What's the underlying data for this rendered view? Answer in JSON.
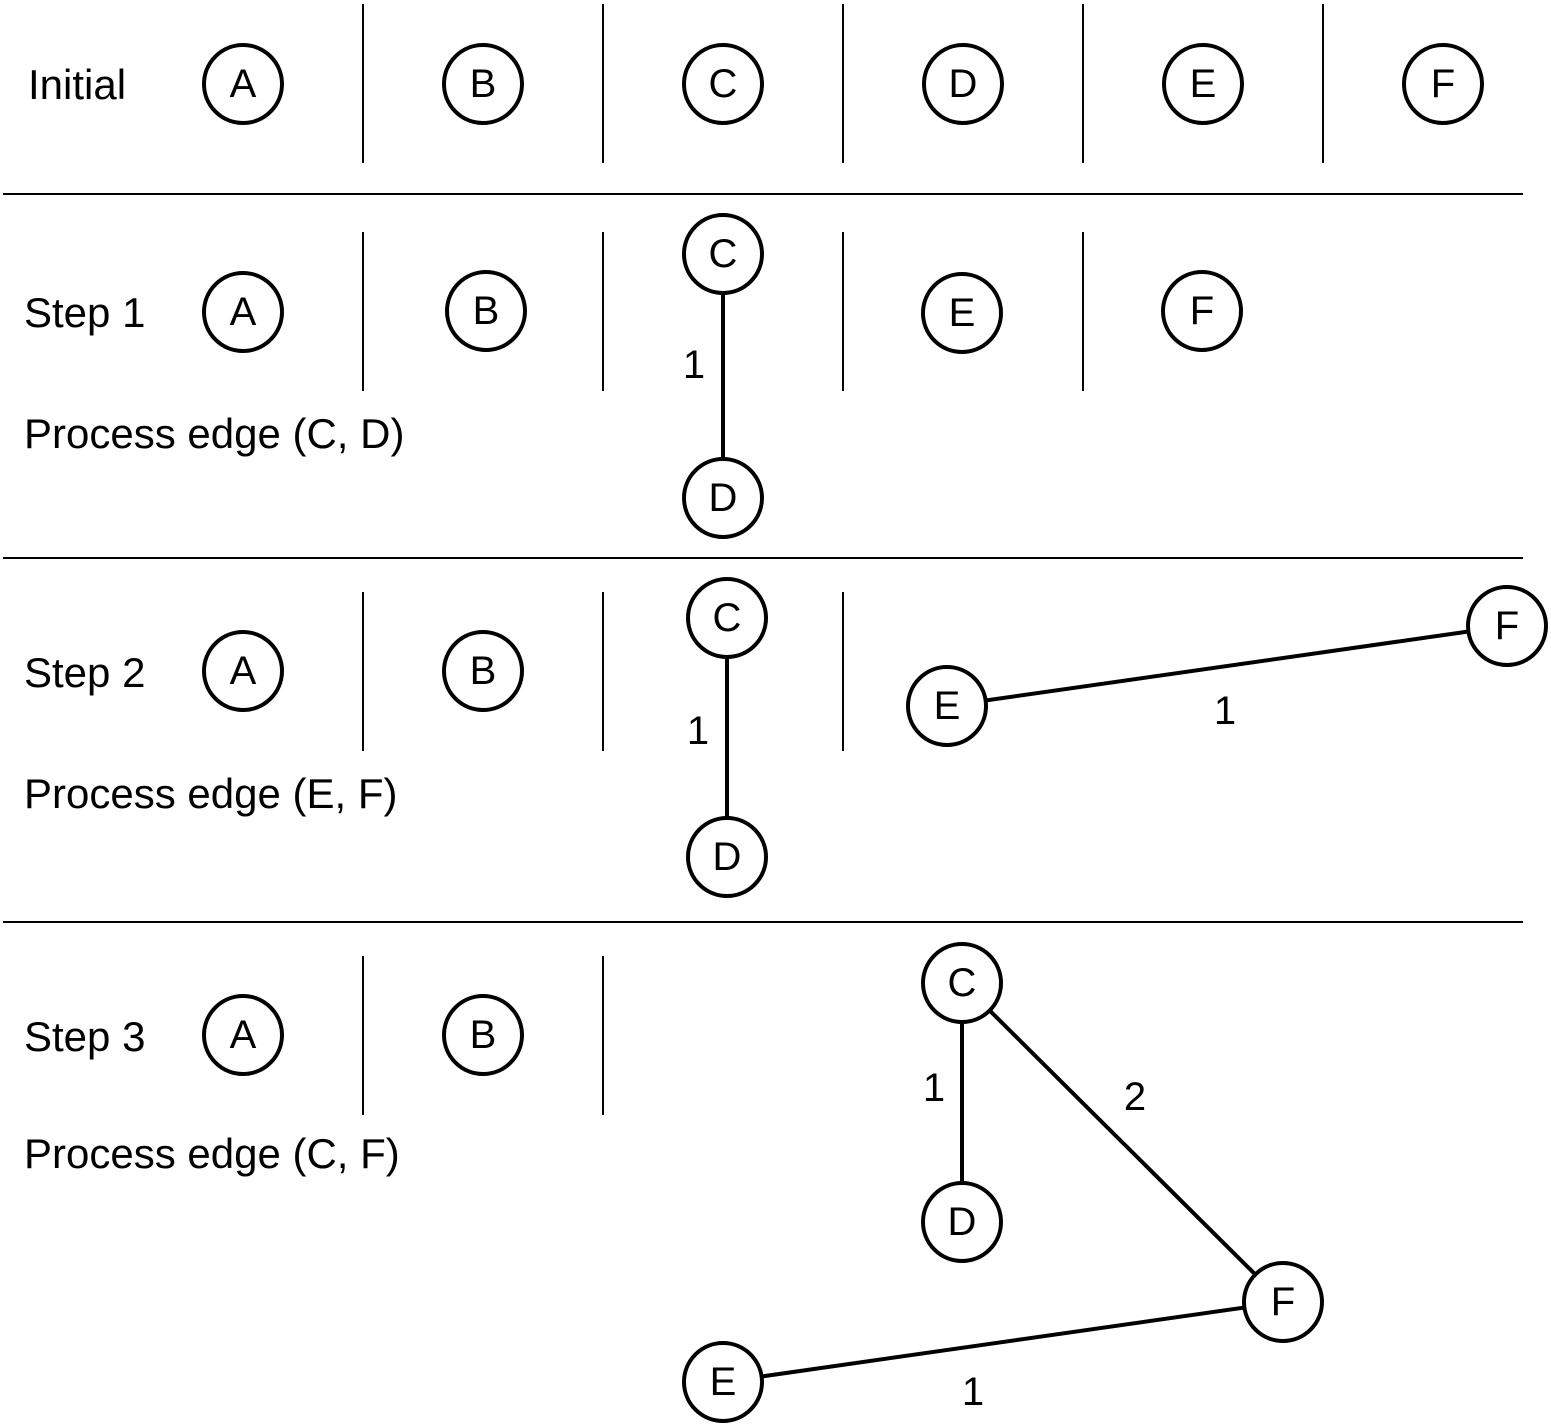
{
  "sections": [
    {
      "title": "Initial",
      "caption": ""
    },
    {
      "title": "Step 1",
      "caption": "Process edge (C, D)"
    },
    {
      "title": "Step 2",
      "caption": "Process edge (E, F)"
    },
    {
      "title": "Step 3",
      "caption": "Process edge (C, F)"
    }
  ],
  "nodes": {
    "initial": [
      "A",
      "B",
      "C",
      "D",
      "E",
      "F"
    ],
    "step1": [
      "A",
      "B",
      "C",
      "D",
      "E",
      "F"
    ],
    "step2": [
      "A",
      "B",
      "C",
      "D",
      "E",
      "F"
    ],
    "step3": [
      "A",
      "B",
      "C",
      "D",
      "E",
      "F"
    ]
  },
  "edges": {
    "step1": [
      {
        "from": "C",
        "to": "D",
        "weight": "1"
      }
    ],
    "step2": [
      {
        "from": "C",
        "to": "D",
        "weight": "1"
      },
      {
        "from": "E",
        "to": "F",
        "weight": "1"
      }
    ],
    "step3": [
      {
        "from": "C",
        "to": "D",
        "weight": "1"
      },
      {
        "from": "C",
        "to": "F",
        "weight": "2"
      },
      {
        "from": "E",
        "to": "F",
        "weight": "1"
      }
    ]
  }
}
